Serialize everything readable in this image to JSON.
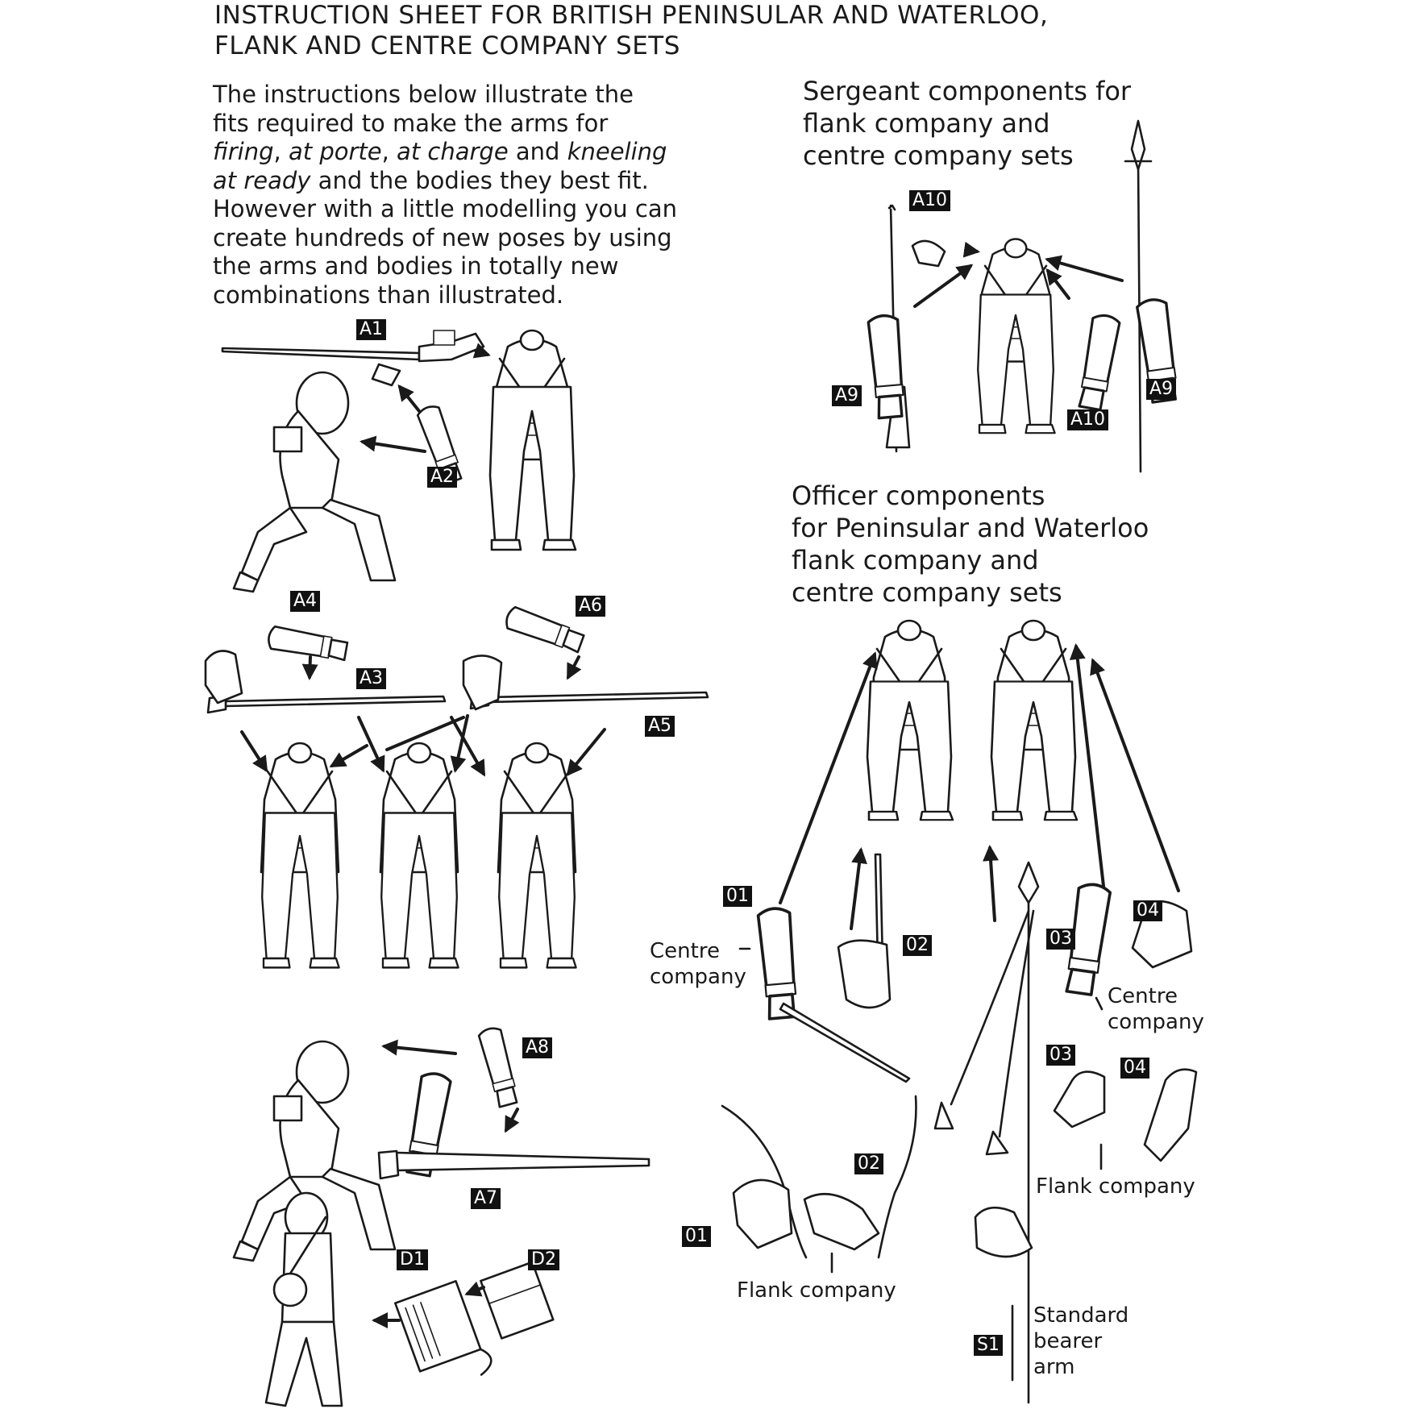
{
  "title": {
    "line1": "INSTRUCTION SHEET FOR BRITISH PENINSULAR AND WATERLOO,",
    "line2": "FLANK AND CENTRE COMPANY SETS"
  },
  "intro": {
    "line1": "The instructions below illustrate the",
    "line2": "fits required to make the arms for",
    "line3_a": "firing",
    "line3_b": ", ",
    "line3_c": "at porte",
    "line3_d": ", ",
    "line3_e": "at charge",
    "line3_f": " and ",
    "line3_g": "kneeling",
    "line4_a": "at ready",
    "line4_b": " and the bodies they best fit.",
    "line5": "However with a little modelling you can",
    "line6": "create hundreds of new poses by using",
    "line7": "the arms and bodies in totally new",
    "line8": "combinations than illustrated."
  },
  "sergeant_heading": {
    "line1": "Sergeant components for",
    "line2": "flank company and",
    "line3": "centre company sets"
  },
  "officer_heading": {
    "line1": "Officer components",
    "line2": "for Peninsular and Waterloo",
    "line3": "flank company and",
    "line4": "centre company sets"
  },
  "tags": {
    "A1": "A1",
    "A2": "A2",
    "A3": "A3",
    "A4": "A4",
    "A5": "A5",
    "A6": "A6",
    "A7": "A7",
    "A8": "A8",
    "A9_left": "A9",
    "A9_right": "A9",
    "A10_top": "A10",
    "A10_bottom": "A10",
    "D1": "D1",
    "D2": "D2",
    "O01_top": "01",
    "O02_top": "02",
    "O03_top": "03",
    "O04_top": "04",
    "O03_bottom": "03",
    "O04_bottom": "04",
    "O01_bottom": "01",
    "O02_bottom": "02",
    "S1": "S1"
  },
  "labels": {
    "centre_company_left": {
      "line1": "Centre",
      "line2": "company"
    },
    "centre_company_right": {
      "line1": "Centre",
      "line2": "company"
    },
    "flank_company_right": "Flank company",
    "flank_company_bottom": "Flank company",
    "standard_bearer": {
      "line1": "Standard",
      "line2": "bearer",
      "line3": "arm"
    }
  },
  "icons": [
    "musket-icon",
    "arm-icon",
    "torso-icon",
    "kneeling-figure-icon",
    "spontoon-icon",
    "sword-icon",
    "sabre-icon",
    "standard-pole-icon",
    "cartridge-box-icon",
    "canteen-icon",
    "arrow-icon"
  ]
}
